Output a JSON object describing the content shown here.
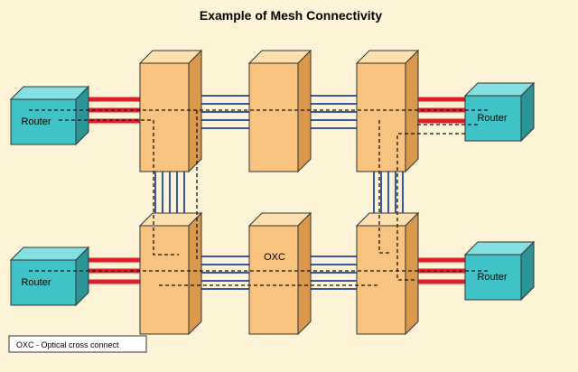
{
  "title": "Example of Mesh Connectivity",
  "routers": {
    "top_left": "Router",
    "top_right": "Router",
    "bottom_left": "Router",
    "bottom_right": "Router"
  },
  "center_switch_label": "OXC",
  "legend": "OXC - Optical cross connect",
  "colors": {
    "background": "#fdf3d6",
    "router_face": "#3fc3c6",
    "router_top": "#86dfe1",
    "router_side": "#2a9497",
    "switch_face": "#f8c37e",
    "switch_top": "#fde0ad",
    "switch_side": "#d9984c",
    "red_link": "#e01e2a",
    "blue_link": "#3a56a8"
  }
}
